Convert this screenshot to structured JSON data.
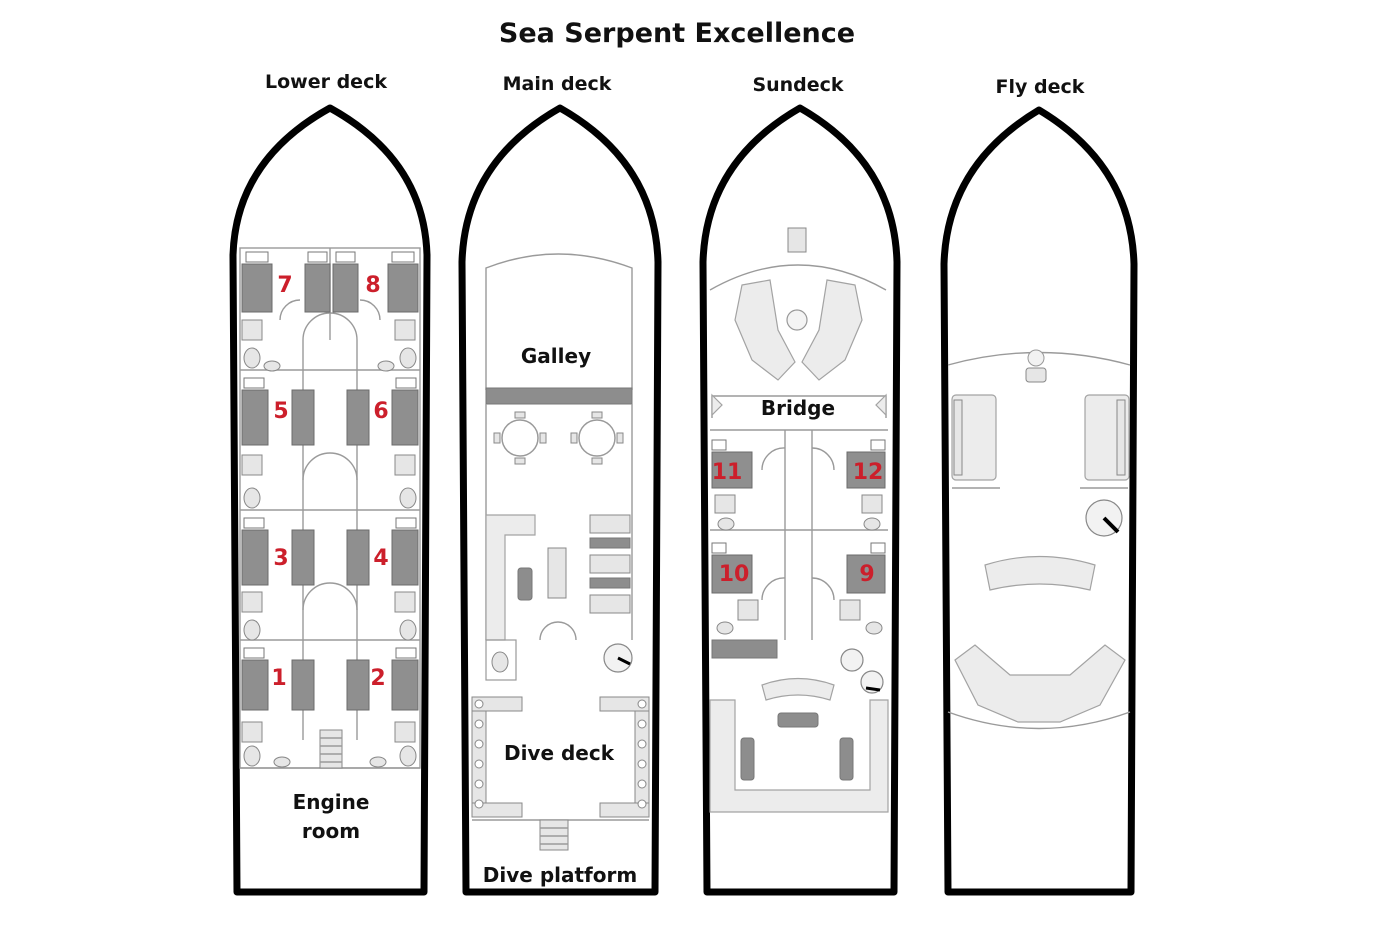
{
  "title": "Sea Serpent Excellence",
  "decks": [
    {
      "name": "Lower deck",
      "rooms": [
        "Engine",
        "room"
      ]
    },
    {
      "name": "Main deck",
      "rooms": [
        "Galley",
        "Dive deck",
        "Dive platform"
      ]
    },
    {
      "name": "Sundeck",
      "rooms": [
        "Bridge"
      ]
    },
    {
      "name": "Fly deck",
      "rooms": []
    }
  ],
  "cabins": {
    "lower": [
      "7",
      "8",
      "5",
      "6",
      "3",
      "4",
      "1",
      "2"
    ],
    "sundeck": [
      "11",
      "12",
      "10",
      "9"
    ]
  },
  "colors": {
    "hull": "#000000",
    "cabin_number": "#cc1f2b",
    "bed": "#8f8f8f",
    "furniture": "#ececec"
  }
}
